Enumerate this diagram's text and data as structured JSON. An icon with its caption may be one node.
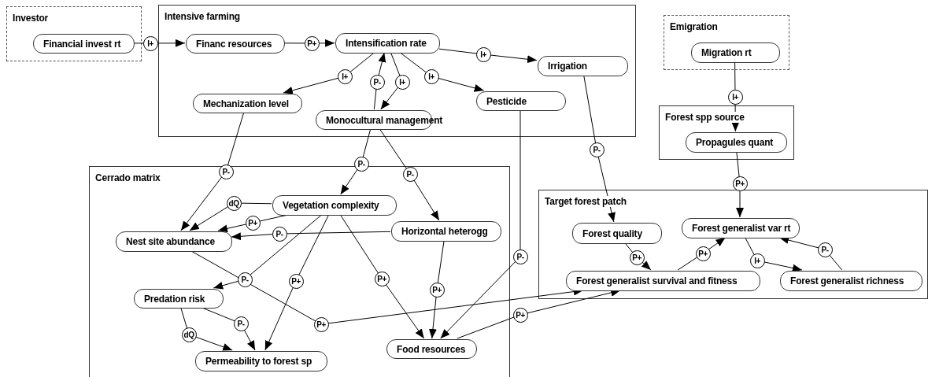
{
  "diagram": {
    "nodes": [
      {
        "text": [
          "Investor"
        ]
      },
      {
        "text": [
          "Financial invest rt"
        ],
        "in": 0
      },
      {
        "text": [
          "Intensive farming"
        ]
      },
      {
        "text": [
          "Financ resources"
        ],
        "in": 2
      },
      {
        "text": [
          "Intensification rate"
        ],
        "in": 2
      },
      {
        "text": [
          "Irrigation"
        ],
        "in": 2
      },
      {
        "text": [
          "Mechanization level"
        ],
        "in": 2
      },
      {
        "text": [
          "Monocultural management"
        ],
        "in": 2
      },
      {
        "text": [
          "Pesticide"
        ],
        "in": 2
      },
      {
        "text": [
          "Emigration"
        ]
      },
      {
        "text": [
          "Migration rt"
        ],
        "in": 9
      },
      {
        "text": [
          "Forest spp source"
        ]
      },
      {
        "text": [
          "Propagules quant"
        ],
        "in": 11
      },
      {
        "text": [
          "Cerrado matrix"
        ]
      },
      {
        "text": [
          "Vegetation complexity"
        ],
        "in": 13
      },
      {
        "text": [
          "Nest site abundance"
        ],
        "in": 13
      },
      {
        "text": [
          "Horizontal heterogg"
        ],
        "in": 13
      },
      {
        "text": [
          "Predation risk"
        ],
        "in": 13
      },
      {
        "text": [
          "Permeability to forest sp"
        ],
        "in": 13
      },
      {
        "text": [
          "Food resources"
        ],
        "in": 13
      },
      {
        "text": [
          "Target forest patch"
        ]
      },
      {
        "text": [
          "Forest quality"
        ],
        "in": 20
      },
      {
        "text": [
          "Forest generalist var rt"
        ],
        "in": 20
      },
      {
        "text": [
          "Forest generalist survival and fitness"
        ],
        "in": 20
      },
      {
        "text": [
          "Forest generalist richness"
        ],
        "in": 20
      }
    ],
    "edges": [
      {
        "from": 1,
        "to": 3,
        "arrow": "to",
        "label": "I+"
      },
      {
        "from": 3,
        "to": 4,
        "arrow": "to",
        "label": "P+"
      },
      {
        "from": 4,
        "to": 5,
        "arrow": "to",
        "label": "I+"
      },
      {
        "from": 4,
        "to": 6,
        "arrow": "to",
        "label": "I+"
      },
      {
        "from": 7,
        "to": 4,
        "arrow": "to",
        "label": "P-"
      },
      {
        "from": 4,
        "to": 7,
        "arrow": "to",
        "label": "I+"
      },
      {
        "from": 4,
        "to": 8,
        "arrow": "to",
        "label": "I+"
      },
      {
        "from": 6,
        "to": 15,
        "arrow": "to",
        "label": "P-"
      },
      {
        "from": 7,
        "to": 14,
        "arrow": "to",
        "label": "P-"
      },
      {
        "from": 7,
        "to": 16,
        "arrow": "to",
        "label": "P-"
      },
      {
        "from": 5,
        "to": 21,
        "arrow": "to",
        "label": "P-"
      },
      {
        "from": 10,
        "to": 12,
        "arrow": "to",
        "label": "I+"
      },
      {
        "from": 12,
        "to": 22,
        "arrow": "to",
        "label": "P+"
      },
      {
        "from": 14,
        "to": 15,
        "arrow": "to",
        "label": "dQ"
      },
      {
        "from": 14,
        "to": 15,
        "arrow": "to",
        "label": "P+"
      },
      {
        "from": 16,
        "to": 15,
        "arrow": "to",
        "label": "P-"
      },
      {
        "from": 14,
        "to": 17,
        "arrow": "to",
        "label": "P-"
      },
      {
        "from": 14,
        "to": 18,
        "arrow": "to",
        "label": "P+"
      },
      {
        "from": 14,
        "to": 19,
        "arrow": "to",
        "label": "P+"
      },
      {
        "from": 15,
        "to": 23,
        "arrow": "to",
        "label": "P+"
      },
      {
        "from": 16,
        "to": 19,
        "arrow": "to",
        "label": "P+"
      },
      {
        "from": 8,
        "to": 19,
        "arrow": "to",
        "label": "P-"
      },
      {
        "from": 17,
        "to": 18,
        "arrow": "to",
        "label": "P-"
      },
      {
        "from": 17,
        "to": 18,
        "arrow": "to",
        "label": "dQ"
      },
      {
        "from": 19,
        "to": 23,
        "arrow": "to",
        "label": "P+"
      },
      {
        "from": 21,
        "to": 23,
        "arrow": "to",
        "label": "P+"
      },
      {
        "from": 23,
        "to": 22,
        "arrow": "to",
        "label": "P+"
      },
      {
        "from": 22,
        "to": 24,
        "arrow": "to",
        "label": "I+"
      },
      {
        "from": 24,
        "to": 22,
        "arrow": "to",
        "label": "P-"
      }
    ]
  }
}
